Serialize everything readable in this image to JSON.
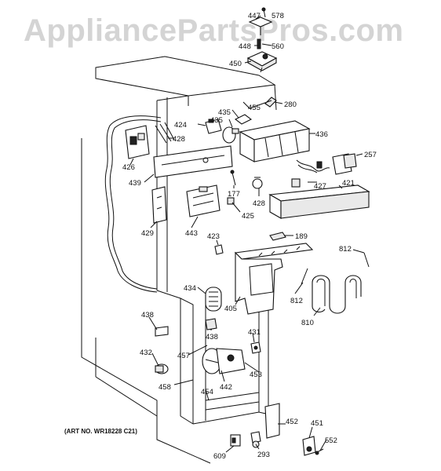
{
  "watermark": "AppliancePartsPros.com",
  "art_number": "(ART NO. WR18228 C21)",
  "callouts": [
    "447",
    "578",
    "448",
    "560",
    "450",
    "455",
    "280",
    "435",
    "424",
    "435",
    "428",
    "436",
    "426",
    "257",
    "439",
    "177",
    "428",
    "427",
    "421",
    "429",
    "443",
    "425",
    "189",
    "423",
    "812",
    "434",
    "405",
    "812",
    "438",
    "810",
    "431",
    "438",
    "432",
    "457",
    "442",
    "453",
    "458",
    "454",
    "452",
    "451",
    "552",
    "609",
    "293"
  ]
}
